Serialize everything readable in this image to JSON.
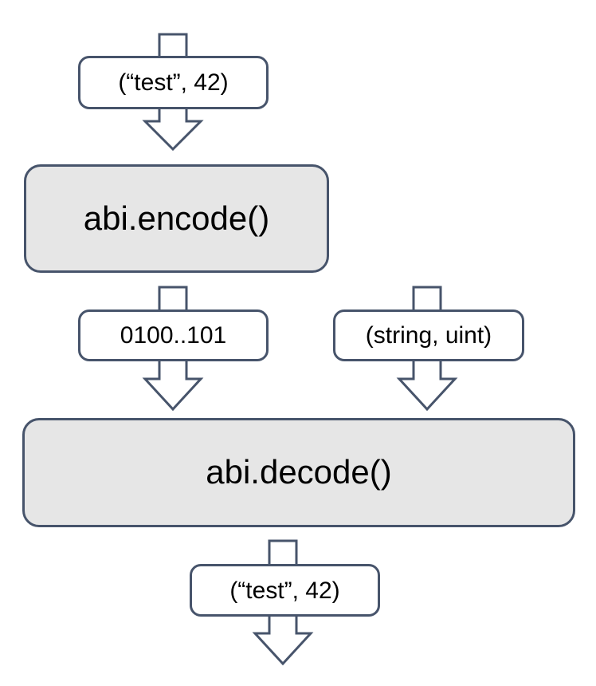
{
  "diagram": {
    "colors": {
      "stroke": "#47546b",
      "process_fill": "#e6e6e6",
      "label_fill": "#ffffff",
      "text_color": "#000000",
      "background": "#ffffff"
    },
    "nodes": {
      "input_tuple": {
        "label": "(“test”, 42)"
      },
      "encode": {
        "label": "abi.encode()"
      },
      "encoded_bytes": {
        "label": "0100..101"
      },
      "types_tuple": {
        "label": "(string, uint)"
      },
      "decode": {
        "label": "abi.decode()"
      },
      "output_tuple": {
        "label": "(“test”, 42)"
      }
    },
    "arrows": [
      {
        "name": "input-to-encode",
        "direction": "down"
      },
      {
        "name": "encoded-bytes-to-decode",
        "direction": "down"
      },
      {
        "name": "types-to-decode",
        "direction": "down"
      },
      {
        "name": "decode-to-output",
        "direction": "down"
      }
    ]
  }
}
